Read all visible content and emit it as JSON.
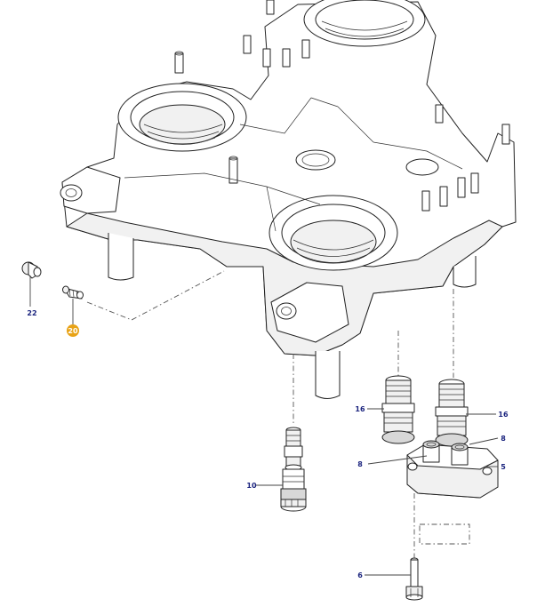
{
  "diagram": {
    "callouts": [
      {
        "id": "c22",
        "label": "22",
        "selected": false
      },
      {
        "id": "c20",
        "label": "20",
        "selected": true
      },
      {
        "id": "c16a",
        "label": "16",
        "selected": false
      },
      {
        "id": "c16b",
        "label": "16",
        "selected": false
      },
      {
        "id": "c8a",
        "label": "8",
        "selected": false
      },
      {
        "id": "c8b",
        "label": "8",
        "selected": false
      },
      {
        "id": "c5",
        "label": "5",
        "selected": false
      },
      {
        "id": "c10",
        "label": "10",
        "selected": false
      },
      {
        "id": "c6",
        "label": "6",
        "selected": false
      }
    ],
    "colors": {
      "callout_text": "#1a237e",
      "selected_badge": "#e8a317",
      "line": "#222222"
    }
  }
}
